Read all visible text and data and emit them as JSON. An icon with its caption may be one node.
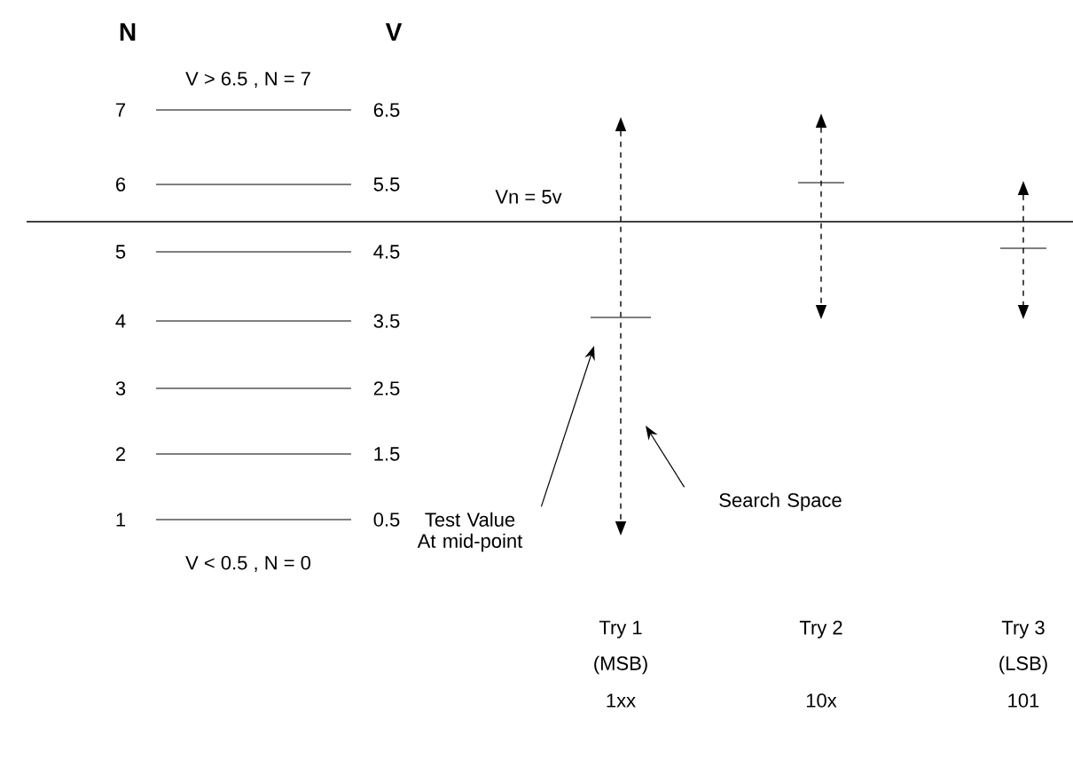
{
  "diagram": {
    "nodes": [
      {
        "text": [
          "Test Value At mid-point"
        ]
      },
      {
        "text": [
          "Search Space"
        ]
      }
    ],
    "edges": [
      {
        "from": 0,
        "to": null,
        "arrow": "to"
      },
      {
        "from": 1,
        "to": null,
        "arrow": "to"
      }
    ],
    "labels": [
      "N",
      "V",
      "V > 6.5 , N = 7",
      "7",
      "6.5",
      "6",
      "5.5",
      "Vn = 5v",
      "5",
      "4.5",
      "4",
      "3.5",
      "3",
      "2.5",
      "2",
      "1.5",
      "1",
      "0.5",
      "V < 0.5 , N = 0",
      "Try 1",
      "Try 2",
      "Try 3",
      "(MSB)",
      "(LSB)",
      "1xx",
      "10x",
      "101"
    ]
  }
}
